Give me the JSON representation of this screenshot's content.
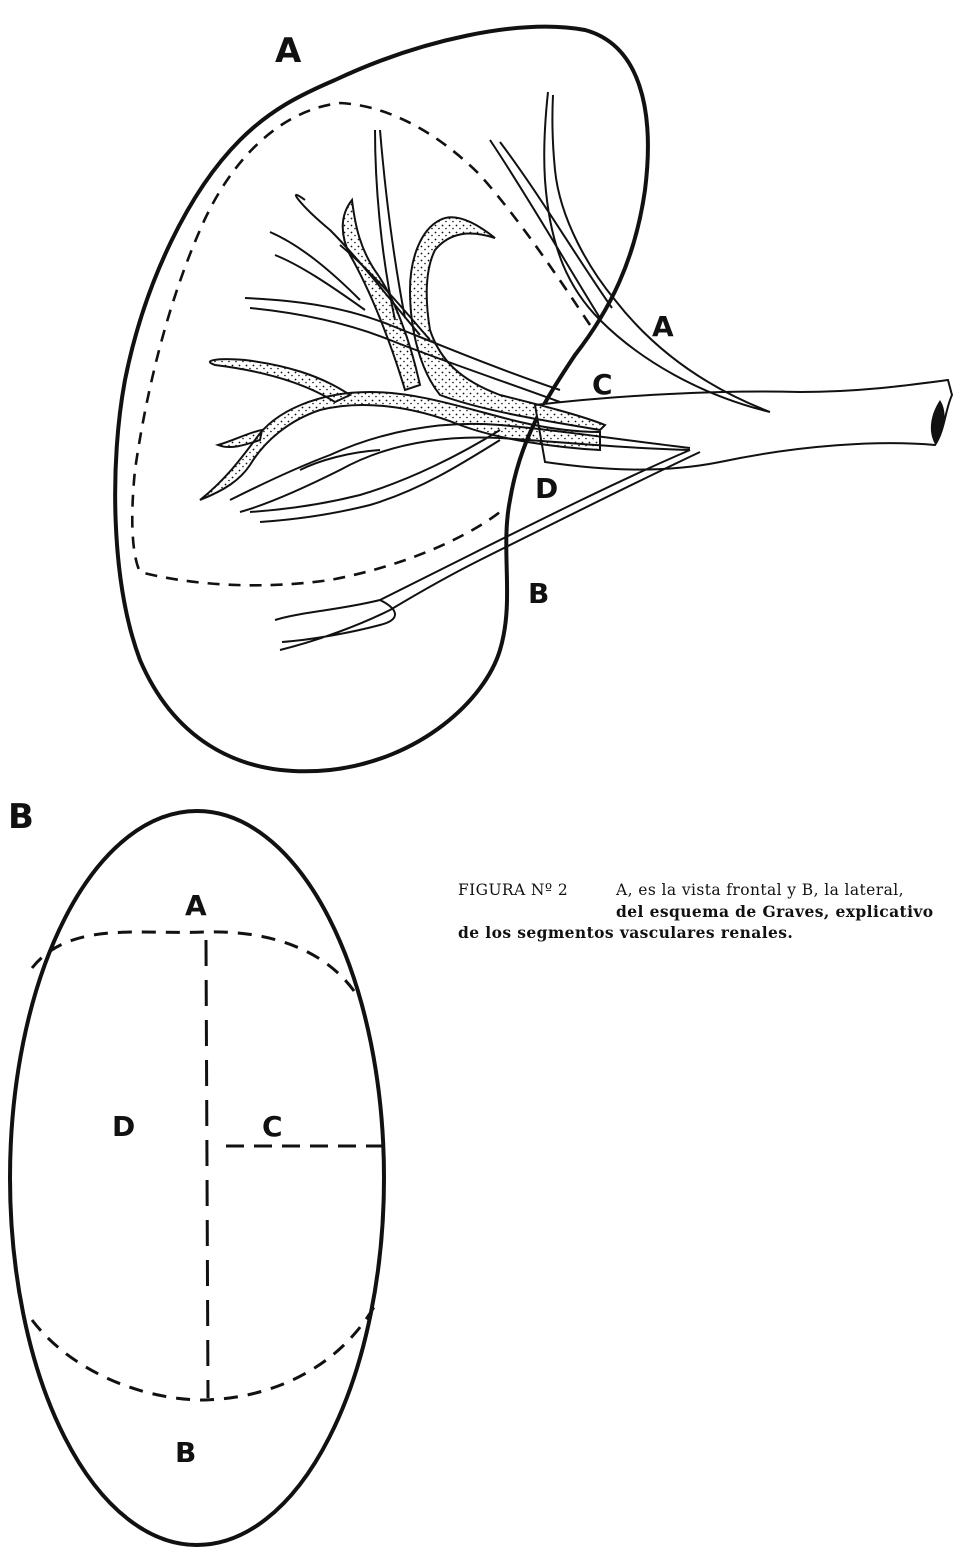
{
  "view_a": {
    "panel_label": "A",
    "segment_labels": {
      "a": "A",
      "c": "C",
      "d": "D",
      "b": "B"
    }
  },
  "view_b": {
    "panel_label": "B",
    "segment_labels": {
      "a": "A",
      "d": "D",
      "c": "C",
      "b": "B"
    }
  },
  "caption": {
    "figure_number": "FIGURA Nº 2",
    "line1": "A, es la vista frontal y B, la lateral,",
    "line2": "del esquema de Graves, explicativo",
    "line3": "de los segmentos vasculares renales."
  },
  "colors": {
    "ink": "#111111",
    "background": "#ffffff"
  }
}
